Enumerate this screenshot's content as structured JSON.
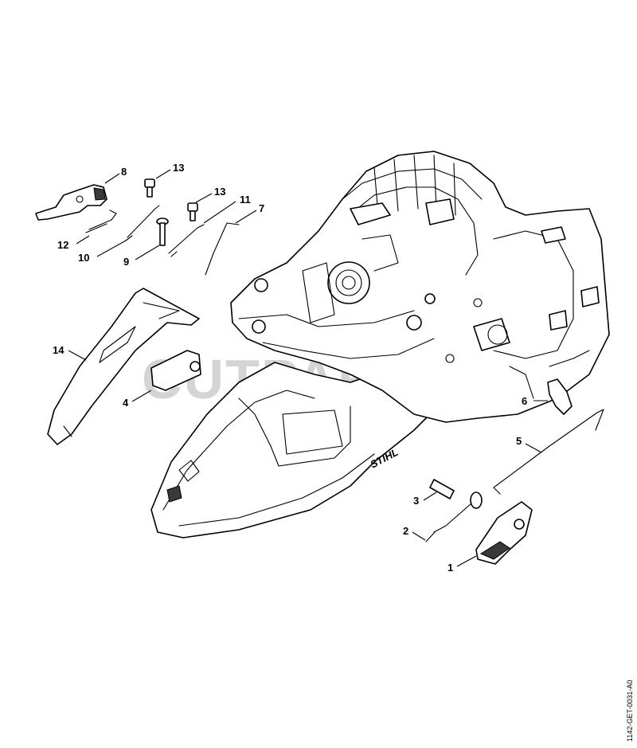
{
  "watermark": "CUTPARTS",
  "housing_logo": "STIHL",
  "doc_id": "1142-GET-0031-A0",
  "callouts": [
    {
      "id": "c8",
      "label": "8"
    },
    {
      "id": "c13a",
      "label": "13"
    },
    {
      "id": "c13b",
      "label": "13"
    },
    {
      "id": "c11",
      "label": "11"
    },
    {
      "id": "c7",
      "label": "7"
    },
    {
      "id": "c12",
      "label": "12"
    },
    {
      "id": "c10",
      "label": "10"
    },
    {
      "id": "c9",
      "label": "9"
    },
    {
      "id": "c14",
      "label": "14"
    },
    {
      "id": "c4",
      "label": "4"
    },
    {
      "id": "c6",
      "label": "6"
    },
    {
      "id": "c5",
      "label": "5"
    },
    {
      "id": "c3",
      "label": "3"
    },
    {
      "id": "c2",
      "label": "2"
    },
    {
      "id": "c1",
      "label": "1"
    }
  ]
}
